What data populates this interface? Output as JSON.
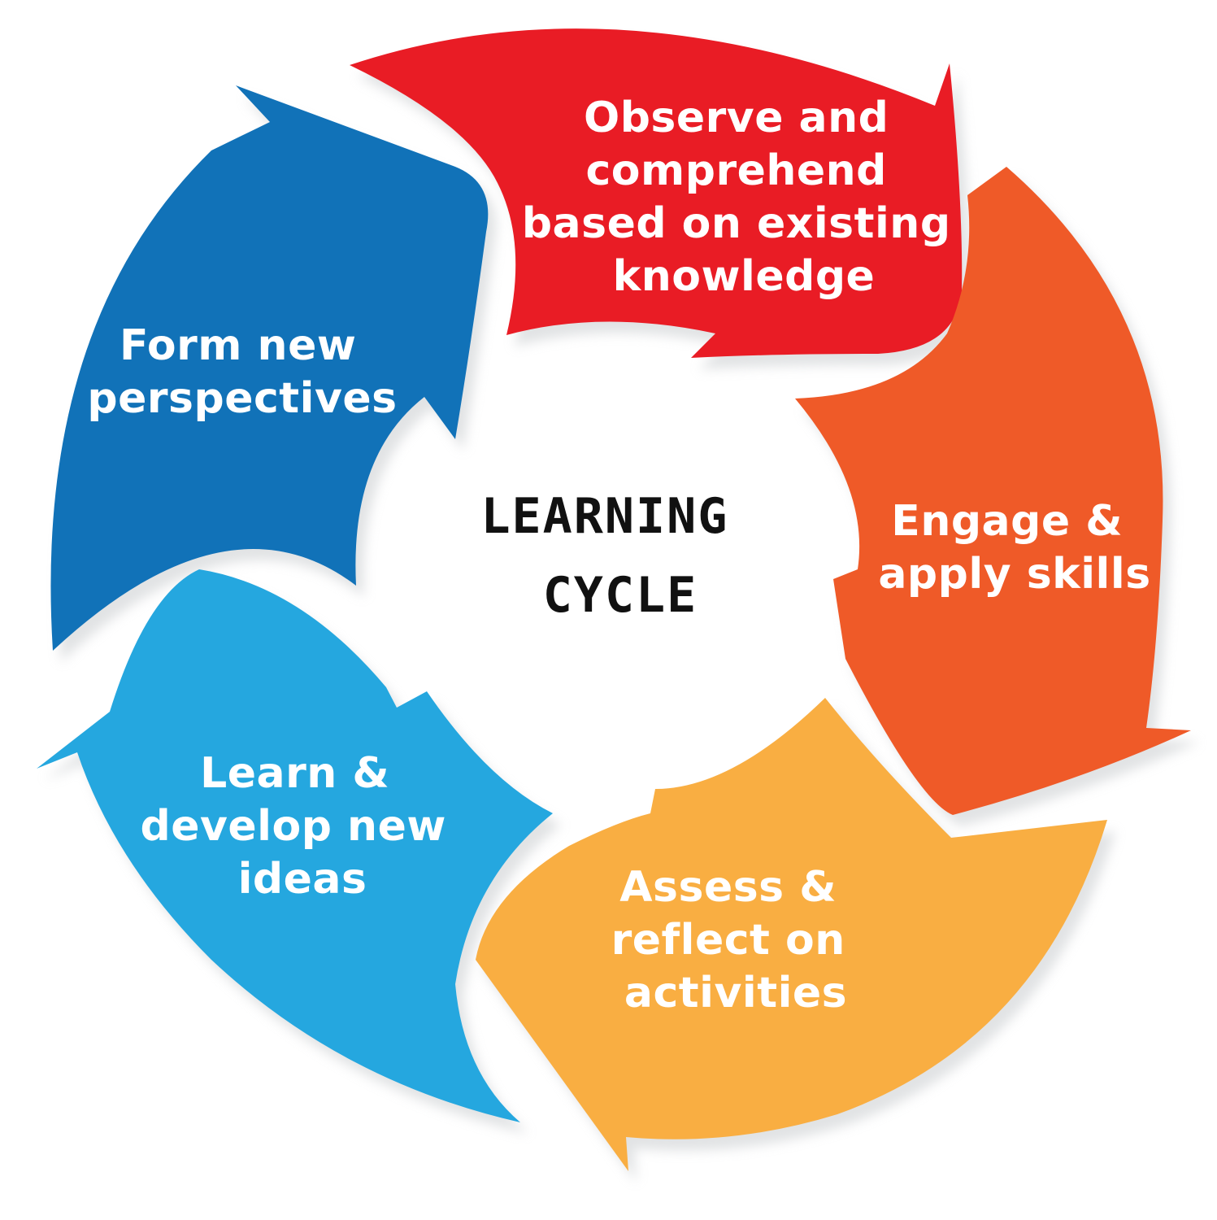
{
  "center": {
    "title_lines": [
      "LEARNING",
      "CYCLE"
    ]
  },
  "colors": {
    "red": "#E91C25",
    "orange": "#EF5A28",
    "yellow": "#F9AE42",
    "light_blue": "#25A7DF",
    "dark_blue": "#1172B8",
    "text_light": "#FFFFFF",
    "text_dark": "#111111",
    "shadow": "#C9CCCF"
  },
  "segments": [
    {
      "id": "observe",
      "color_key": "red",
      "lines": [
        "Observe and",
        "comprehend",
        "based on existing",
        "knowledge"
      ]
    },
    {
      "id": "engage",
      "color_key": "orange",
      "lines": [
        "Engage &",
        "apply skills"
      ]
    },
    {
      "id": "assess",
      "color_key": "yellow",
      "lines": [
        "Assess &",
        "reflect on",
        "activities"
      ]
    },
    {
      "id": "learn",
      "color_key": "light_blue",
      "lines": [
        "Learn &",
        "develop new",
        "ideas"
      ]
    },
    {
      "id": "form",
      "color_key": "dark_blue",
      "lines": [
        "Form new",
        "perspectives"
      ]
    }
  ]
}
